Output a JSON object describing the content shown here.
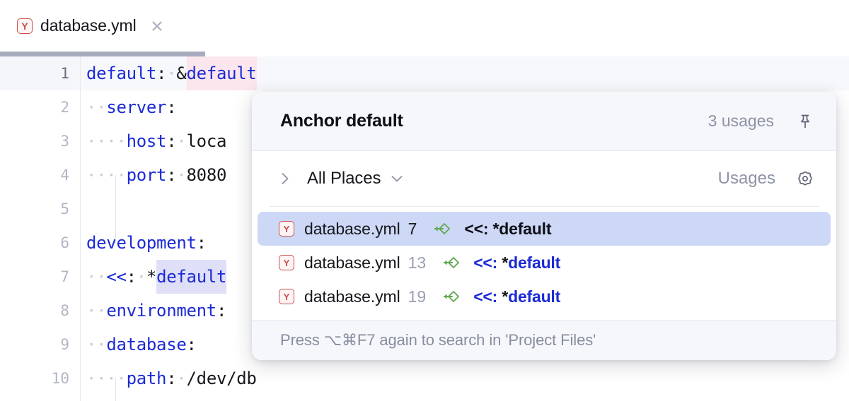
{
  "editor": {
    "tab": {
      "filename": "database.yml",
      "file_icon": "yaml-file-icon",
      "badge_letter": "Y",
      "close_icon": "close-icon"
    },
    "gutter_line_numbers": [
      "1",
      "2",
      "3",
      "4",
      "5",
      "6",
      "7",
      "8",
      "9",
      "10"
    ],
    "current_line": 1,
    "lines": [
      {
        "number": "1",
        "tokens": [
          {
            "text": "default",
            "type": "key"
          },
          {
            "text": ":",
            "type": "punct"
          },
          {
            "text": "·",
            "type": "ws"
          },
          {
            "text": "&",
            "type": "plain-on-anchor"
          },
          {
            "text": "default",
            "type": "anchor-def"
          }
        ]
      },
      {
        "number": "2",
        "tokens": [
          {
            "text": "··",
            "type": "ws"
          },
          {
            "text": "server",
            "type": "key"
          },
          {
            "text": ":",
            "type": "punct"
          }
        ]
      },
      {
        "number": "3",
        "tokens": [
          {
            "text": "····",
            "type": "ws"
          },
          {
            "text": "host",
            "type": "key"
          },
          {
            "text": ":",
            "type": "punct"
          },
          {
            "text": "·",
            "type": "ws"
          },
          {
            "text": "loca",
            "type": "plain"
          }
        ]
      },
      {
        "number": "4",
        "tokens": [
          {
            "text": "····",
            "type": "ws"
          },
          {
            "text": "port",
            "type": "key"
          },
          {
            "text": ":",
            "type": "punct"
          },
          {
            "text": "·",
            "type": "ws"
          },
          {
            "text": "8080",
            "type": "plain"
          }
        ]
      },
      {
        "number": "5",
        "tokens": []
      },
      {
        "number": "6",
        "tokens": [
          {
            "text": "development",
            "type": "key"
          },
          {
            "text": ":",
            "type": "punct"
          }
        ]
      },
      {
        "number": "7",
        "tokens": [
          {
            "text": "··",
            "type": "ws"
          },
          {
            "text": "<<",
            "type": "key"
          },
          {
            "text": ":",
            "type": "punct"
          },
          {
            "text": "·",
            "type": "ws"
          },
          {
            "text": "*",
            "type": "plain"
          },
          {
            "text": "default",
            "type": "anchor-ref"
          }
        ]
      },
      {
        "number": "8",
        "tokens": [
          {
            "text": "··",
            "type": "ws"
          },
          {
            "text": "environment",
            "type": "key"
          },
          {
            "text": ":",
            "type": "punct"
          }
        ]
      },
      {
        "number": "9",
        "tokens": [
          {
            "text": "··",
            "type": "ws"
          },
          {
            "text": "database",
            "type": "key"
          },
          {
            "text": ":",
            "type": "punct"
          }
        ]
      },
      {
        "number": "10",
        "tokens": [
          {
            "text": "····",
            "type": "ws"
          },
          {
            "text": "path",
            "type": "key"
          },
          {
            "text": ":",
            "type": "punct"
          },
          {
            "text": "·",
            "type": "ws"
          },
          {
            "text": "/dev/db",
            "type": "plain"
          }
        ]
      }
    ]
  },
  "popup": {
    "title": "Anchor default",
    "usages_count": "3 usages",
    "pin_icon": "pin-icon",
    "toolbar": {
      "expand_icon": "chevron-right-icon",
      "scope_label": "All Places",
      "scope_dropdown_icon": "chevron-down-icon",
      "usages_label": "Usages",
      "settings_icon": "gear-icon"
    },
    "results": [
      {
        "badge_letter": "Y",
        "file": "database.yml",
        "line": "7",
        "usage_icon": "read-access-icon",
        "snippet_op": "<<:",
        "snippet_star": " *",
        "snippet_name": "default",
        "selected": true
      },
      {
        "badge_letter": "Y",
        "file": "database.yml",
        "line": "13",
        "usage_icon": "read-access-icon",
        "snippet_op": "<<:",
        "snippet_star": " *",
        "snippet_name": "default",
        "selected": false
      },
      {
        "badge_letter": "Y",
        "file": "database.yml",
        "line": "19",
        "usage_icon": "read-access-icon",
        "snippet_op": "<<:",
        "snippet_star": " *",
        "snippet_name": "default",
        "selected": false
      }
    ],
    "footer_hint": "Press ⌥⌘F7 again to search in 'Project Files'"
  },
  "colors": {
    "accent_blue": "#1b2ad6",
    "selection_blue": "#cdd7f6",
    "anchor_def_highlight": "#fbe6ee",
    "anchor_ref_highlight": "#dfdff7",
    "yaml_red": "#c9504f",
    "usage_green": "#59a14f",
    "muted_text": "#8d93a6"
  }
}
